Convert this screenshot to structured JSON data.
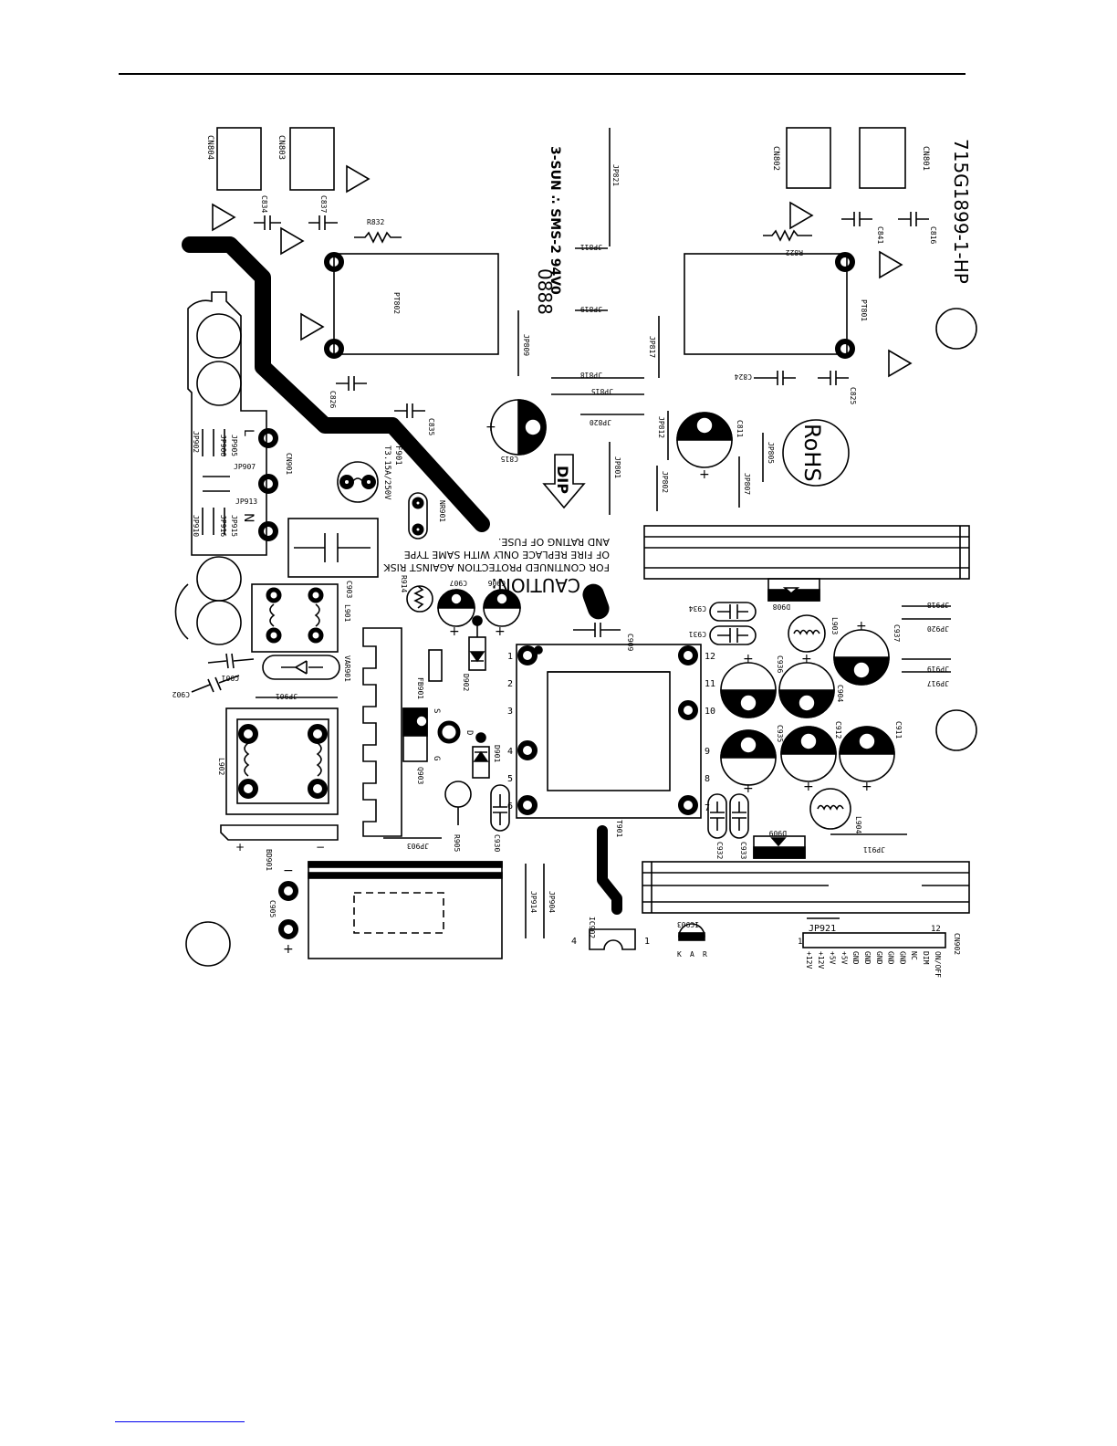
{
  "diagram": {
    "board_id": "715G1899-1-HP",
    "pcb_vendor": "3-SUN ∴ SMS-2 94V0",
    "date_code": "0888",
    "rohs": "RoHS",
    "dip": "DIP",
    "caution": {
      "title": "CAUTION:",
      "lines": [
        "FOR CONTINUED PROTECTION AGAINST RISK",
        "OF FIRE REPLACE ONLY WITH SAME TYPE",
        "AND RATING OF FUSE."
      ]
    },
    "fuse": {
      "ref": "F901",
      "rating": "T3.15A/250V"
    },
    "polarity": {
      "live": "L",
      "neutral": "N",
      "plus": "+",
      "minus": "−"
    },
    "pin_numbers": {
      "transformer_left": [
        "1",
        "2",
        "3",
        "4",
        "5",
        "6"
      ],
      "transformer_right": [
        "12",
        "11",
        "10",
        "9",
        "8",
        "7"
      ],
      "ic902": [
        "4",
        "1"
      ],
      "cn902": [
        "1",
        "12"
      ],
      "ic903": [
        "K",
        "A",
        "R"
      ],
      "q903": [
        "S",
        "D",
        "G"
      ]
    },
    "output_pins": [
      "+12V",
      "+12V",
      "+5V",
      "+5V",
      "GND",
      "GND",
      "GND",
      "GND",
      "GND",
      "NC",
      "DIM",
      "ON/OFF"
    ],
    "designators": {
      "cn804": "CN804",
      "cn803": "CN803",
      "cn802": "CN802",
      "cn801": "CN801",
      "c834": "C834",
      "c837": "C837",
      "r832": "R832",
      "r822": "R822",
      "c841": "C841",
      "c816": "C816",
      "jp821": "JP821",
      "jp811": "JP811",
      "jp819": "JP819",
      "jp809": "JP809",
      "jp818": "JP818",
      "jp815": "JP815",
      "jp820": "JP820",
      "jp817": "JP817",
      "jp812": "JP812",
      "jp801": "JP801",
      "jp802": "JP802",
      "jp807": "JP807",
      "jp805": "JP805",
      "pt802": "PT802",
      "pt801": "PT801",
      "c826": "C826",
      "c835": "C835",
      "c824": "C824",
      "c825": "C825",
      "c815": "C815",
      "c811": "C811",
      "cn901": "CN901",
      "jp902": "JP902",
      "jp905": "JP905",
      "jp906": "JP906",
      "jp907": "JP907",
      "jp913": "JP913",
      "jp910": "JP910",
      "jp915": "JP915",
      "jp916": "JP916",
      "nr901": "NR901",
      "c903": "C903",
      "r914": "R914",
      "c907": "C907",
      "c906": "C906",
      "c909": "C909",
      "l901": "L901",
      "c901": "C901",
      "c902": "C902",
      "var901": "VAR901",
      "jp901": "JP901",
      "fb901": "FB901",
      "d902": "D902",
      "d901": "D901",
      "q903": "Q903",
      "r905": "R905",
      "c930": "C930",
      "jp903": "JP903",
      "l902": "L902",
      "bd901": "BD901",
      "c905": "C905",
      "jp914": "JP914",
      "jp904": "JP904",
      "ic902": "IC902",
      "ic903": "IC903",
      "t901": "T901",
      "c932": "C932",
      "c933": "C933",
      "d908": "D908",
      "d909": "D909",
      "l903": "L903",
      "l904": "L904",
      "c934": "C934",
      "c931": "C931",
      "c936": "C936",
      "c904": "C904",
      "c937": "C937",
      "c935": "C935",
      "c912": "C912",
      "c911": "C911",
      "jp918": "JP918",
      "jp920": "JP920",
      "jp919": "JP919",
      "jp917": "JP917",
      "jp911": "JP911",
      "jp921": "JP921",
      "cn902": "CN902"
    }
  }
}
